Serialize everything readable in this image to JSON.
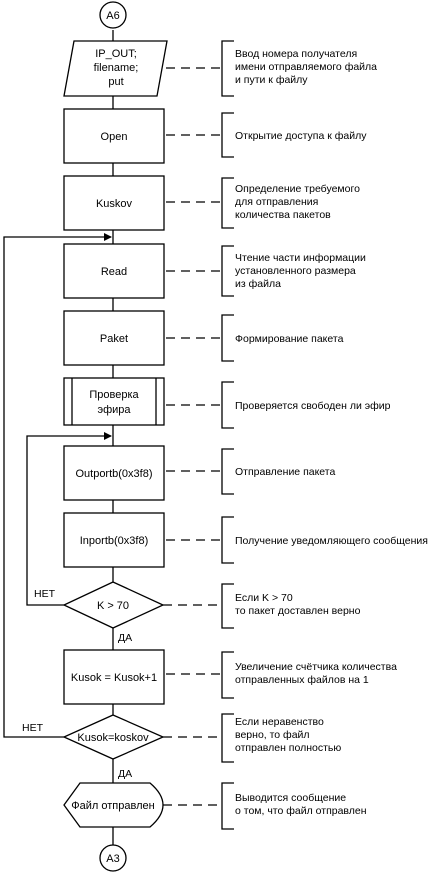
{
  "connectors": {
    "start": "A6",
    "end": "A3"
  },
  "blocks": {
    "input": {
      "lines": [
        "IP_OUT;",
        "filename;",
        "put"
      ]
    },
    "open": "Open",
    "kuskov": "Kuskov",
    "read": "Read",
    "paket": "Paket",
    "check": {
      "lines": [
        "Проверка",
        "эфира"
      ]
    },
    "outportb": "Outportb(0x3f8)",
    "inportb": "Inportb(0x3f8)",
    "cond1": "K > 70",
    "incr": "Kusok = Kusok+1",
    "cond2": "Kusok=koskov",
    "display": "Файл отправлен"
  },
  "branches": {
    "yes": "ДА",
    "no": "НЕТ"
  },
  "annotations": {
    "input": [
      "Ввод номера получателя",
      "имени отправляемого файла",
      "и пути к файлу"
    ],
    "open": [
      "Открытие доступа к файлу"
    ],
    "kuskov": [
      "Определение требуемого",
      "для отправления",
      "количества пакетов"
    ],
    "read": [
      "Чтение части информации",
      "установленного размера",
      "из файла"
    ],
    "paket": [
      "Формирование пакета"
    ],
    "check": [
      "Проверяется свободен ли эфир"
    ],
    "outportb": [
      "Отправление пакета"
    ],
    "inportb": [
      "Получение уведомляющего сообщения"
    ],
    "cond1": [
      "Если K > 70",
      "то пакет доставлен верно"
    ],
    "incr": [
      "Увеличение счётчика количества",
      "отправленных файлов на 1"
    ],
    "cond2": [
      "Если неравенство",
      "верно, то файл",
      "отправлен полностью"
    ],
    "display": [
      "Выводится сообщение",
      "о том, что файл отправлен"
    ]
  }
}
